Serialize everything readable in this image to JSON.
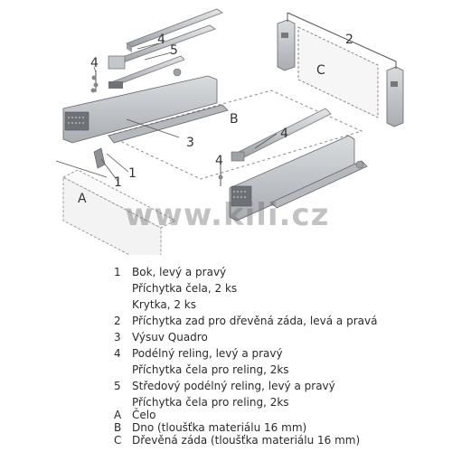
{
  "diagram": {
    "callouts": [
      "1",
      "2",
      "3",
      "4",
      "5",
      "A",
      "B",
      "C"
    ],
    "watermark": "www.kili.cz",
    "colors": {
      "metal": "#c9ccd0",
      "metal_dark": "#8d9196",
      "line": "#555555",
      "panel": "#f2f2f2"
    }
  },
  "legend": [
    {
      "key": "1",
      "text": "Bok, levý a pravý"
    },
    {
      "key": "",
      "text": "Příchytka čela, 2 ks"
    },
    {
      "key": "",
      "text": "Krytka, 2 ks"
    },
    {
      "key": "2",
      "text": "Příchytka zad pro dřevěná záda, levá a pravá"
    },
    {
      "key": "3",
      "text": "Výsuv Quadro"
    },
    {
      "key": "4",
      "text": "Podélný reling, levý a pravý"
    },
    {
      "key": "",
      "text": "Příchytka čela pro reling, 2ks"
    },
    {
      "key": "5",
      "text": "Středový podélný reling, levý a pravý"
    },
    {
      "key": "",
      "text": "Příchytka čela pro reling, 2ks"
    },
    {
      "key": "A",
      "text": "Čelo"
    },
    {
      "key": "B",
      "text": "Dno (tloušťka materiálu 16 mm)"
    },
    {
      "key": "C",
      "text": "Dřevěná záda (tloušťka materiálu 16 mm)"
    }
  ]
}
